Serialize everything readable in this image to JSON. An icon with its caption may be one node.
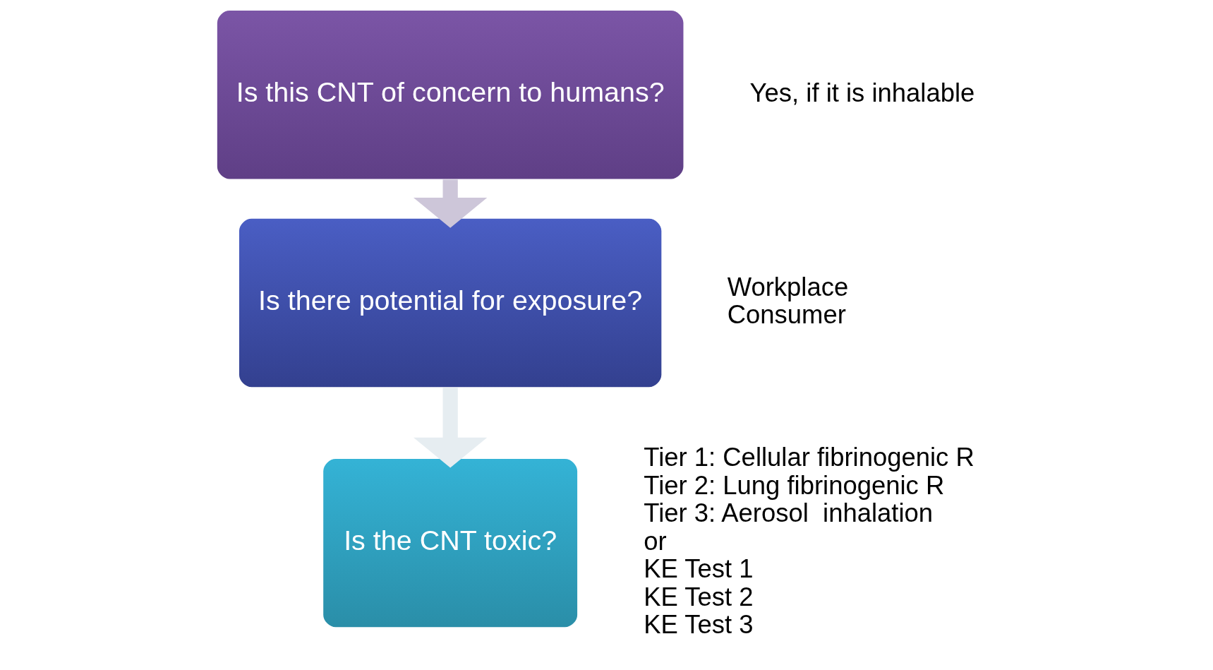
{
  "diagram": {
    "nodes": [
      {
        "text": [
          "Is this CNT of concern to humans?"
        ],
        "beside": [
          "Yes, if it is inhalable"
        ]
      },
      {
        "text": [
          "Is there potential for exposure?"
        ],
        "beside": [
          "Workplace",
          "Consumer"
        ]
      },
      {
        "text": [
          "Is the CNT toxic?"
        ],
        "beside": [
          "Tier 1: Cellular fibrinogenic R",
          "Tier 2: Lung fibrinogenic R",
          "Tier 3: Aerosol  inhalation",
          "or",
          "KE Test 1",
          "KE Test 2",
          "KE Test 3"
        ]
      }
    ],
    "edges": [
      {
        "from": 0,
        "to": 1,
        "arrow": "to",
        "color": "#cdc6d9"
      },
      {
        "from": 1,
        "to": 2,
        "arrow": "to",
        "color": "#e6edf1"
      }
    ]
  }
}
